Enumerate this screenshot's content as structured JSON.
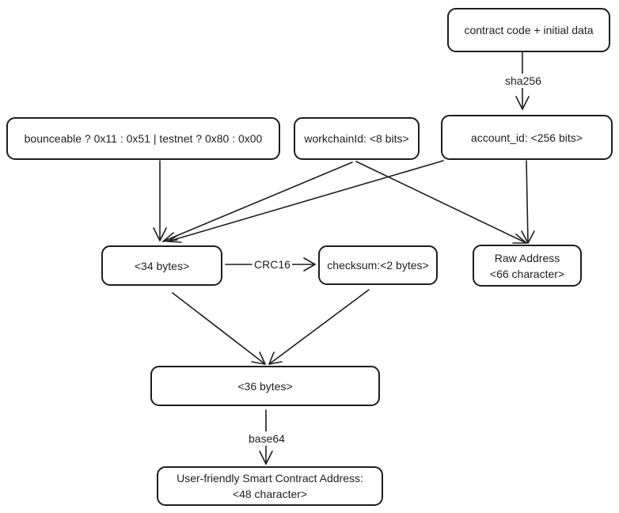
{
  "nodes": {
    "contract_code": "contract code + initial data",
    "bounceable": "bounceable ? 0x11 : 0x51 | testnet ? 0x80 : 0x00",
    "workchain": "workchainId: <8 bits>",
    "account_id": "account_id: <256 bits>",
    "bytes34": "<34 bytes>",
    "checksum": "checksum:<2 bytes>",
    "raw_address_line1": "Raw Address",
    "raw_address_line2": "<66 character>",
    "bytes36": "<36 bytes>",
    "user_friendly_line1": "User-friendly Smart Contract Address:",
    "user_friendly_line2": "<48 character>"
  },
  "edge_labels": {
    "sha256": "sha256",
    "crc16": "CRC16",
    "base64": "base64"
  },
  "colors": {
    "stroke": "#1e1e1e",
    "background": "#ffffff"
  }
}
